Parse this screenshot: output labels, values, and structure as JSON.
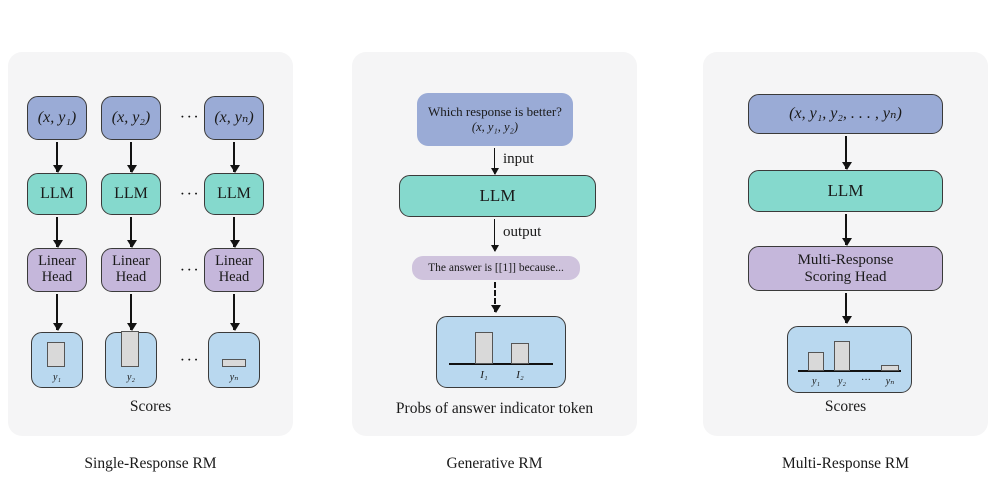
{
  "figure": {
    "background": "#ffffff",
    "panel_bg": "#f5f5f6"
  },
  "colors": {
    "input": "#9aabd6",
    "llm": "#85d9cd",
    "head": "#c5b7db",
    "soft_output": "#cfc3dd",
    "score_panel": "#b9d8ef",
    "bar": "#d9d9d9",
    "stroke": "#3a3a3a"
  },
  "panels": [
    {
      "id": "single-response-rm",
      "caption": "Single-Response RM",
      "sublabel": "Scores",
      "ellipsis": "···",
      "columns": [
        {
          "input": "(x, y₁)",
          "model": "LLM",
          "head": "Linear Head",
          "score_tick": "y₁",
          "score_value": 0.45
        },
        {
          "input": "(x, y₂)",
          "model": "LLM",
          "head": "Linear Head",
          "score_tick": "y₂",
          "score_value": 0.78
        },
        {
          "input": "(x, yₙ)",
          "model": "LLM",
          "head": "Linear Head",
          "score_tick": "yₙ",
          "score_value": 0.13
        }
      ]
    },
    {
      "id": "generative-rm",
      "caption": "Generative RM",
      "sublabel": "Probs of answer indicator token",
      "prompt_line1": "Which response is better?",
      "prompt_line2": "(x, y₁, y₂)",
      "arrow_label_input": "input",
      "arrow_label_output": "output",
      "model": "LLM",
      "generated_text": "The answer is [[1]] because...",
      "chart": {
        "type": "bar",
        "categories": [
          "I₁",
          "I₂"
        ],
        "values": [
          0.72,
          0.47
        ]
      }
    },
    {
      "id": "multi-response-rm",
      "caption": "Multi-Response RM",
      "sublabel": "Scores",
      "input": "(x, y₁, y₂, . . . , yₙ)",
      "model": "LLM",
      "head_line1": "Multi-Response",
      "head_line2": "Scoring Head",
      "chart": {
        "type": "bar",
        "categories": [
          "y₁",
          "y₂",
          "···",
          "yₙ"
        ],
        "values": [
          0.52,
          0.82,
          0.0,
          0.12
        ]
      }
    }
  ]
}
